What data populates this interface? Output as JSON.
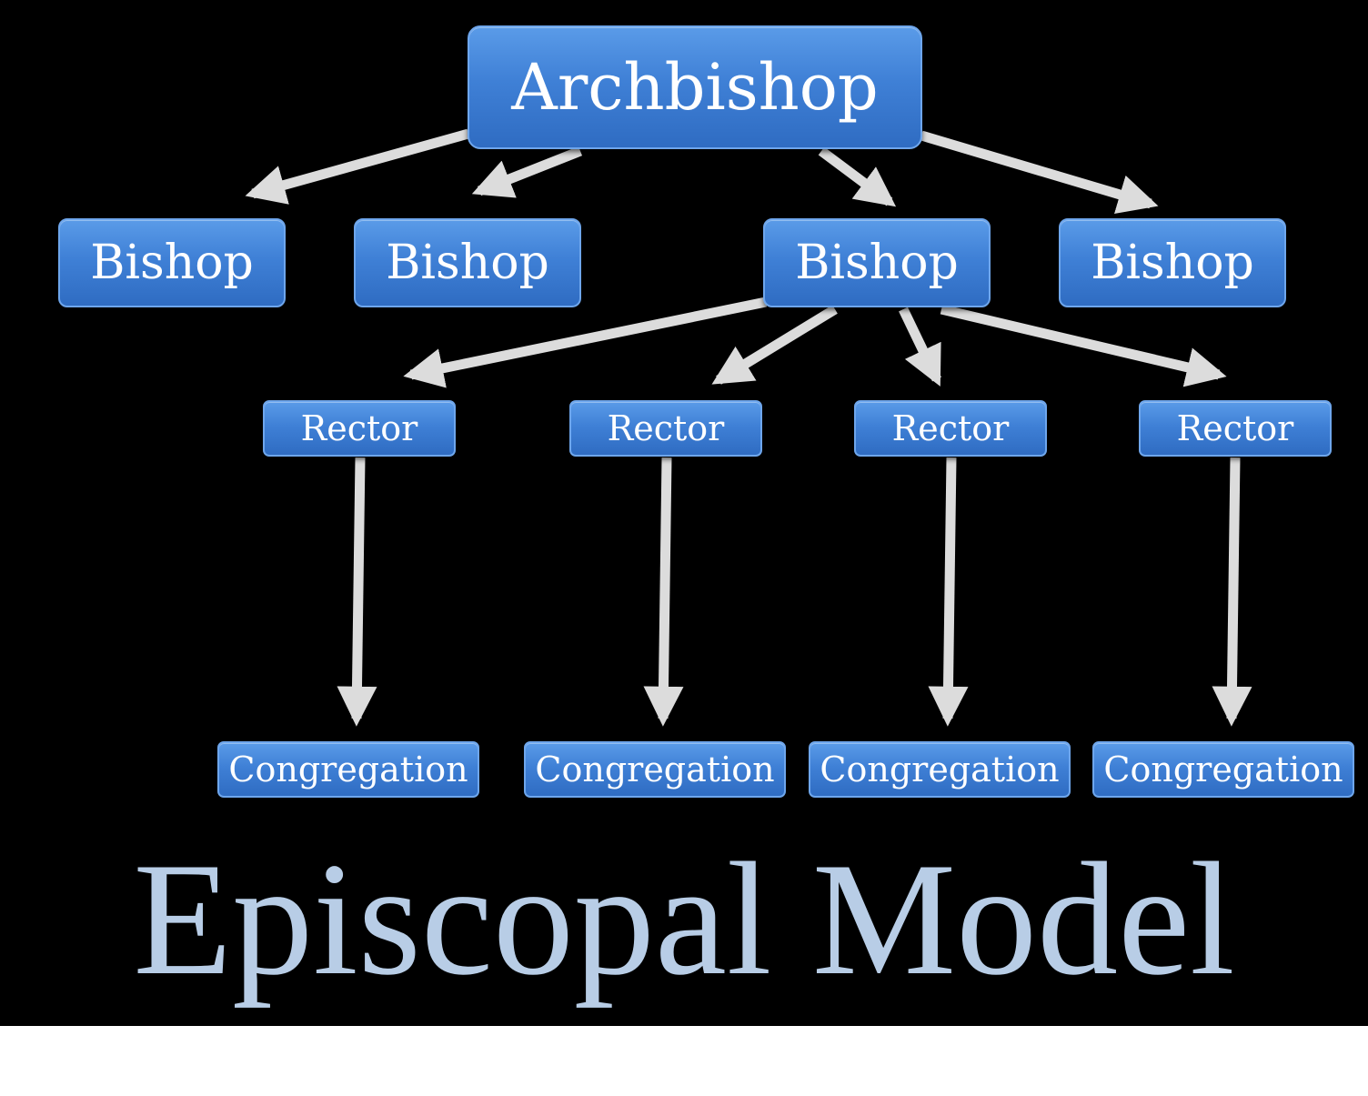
{
  "colors": {
    "background": "#000000",
    "box": "#3f80d6",
    "box_border": "#6ea6ec",
    "box_text": "#ffffff",
    "arrow": "#dcdcdc",
    "title": "#b8cde6"
  },
  "nodes": {
    "archbishop": "Archbishop",
    "bishops": [
      "Bishop",
      "Bishop",
      "Bishop",
      "Bishop"
    ],
    "rectors": [
      "Rector",
      "Rector",
      "Rector",
      "Rector"
    ],
    "congregations": [
      "Congregation",
      "Congregation",
      "Congregation",
      "Congregation"
    ]
  },
  "edges": [
    {
      "from": "archbishop",
      "to": "bishop-1"
    },
    {
      "from": "archbishop",
      "to": "bishop-2"
    },
    {
      "from": "archbishop",
      "to": "bishop-3"
    },
    {
      "from": "archbishop",
      "to": "bishop-4"
    },
    {
      "from": "bishop-3",
      "to": "rector-1"
    },
    {
      "from": "bishop-3",
      "to": "rector-2"
    },
    {
      "from": "bishop-3",
      "to": "rector-3"
    },
    {
      "from": "bishop-3",
      "to": "rector-4"
    },
    {
      "from": "rector-1",
      "to": "congregation-1"
    },
    {
      "from": "rector-2",
      "to": "congregation-2"
    },
    {
      "from": "rector-3",
      "to": "congregation-3"
    },
    {
      "from": "rector-4",
      "to": "congregation-4"
    }
  ],
  "title": "Episcopal Model"
}
